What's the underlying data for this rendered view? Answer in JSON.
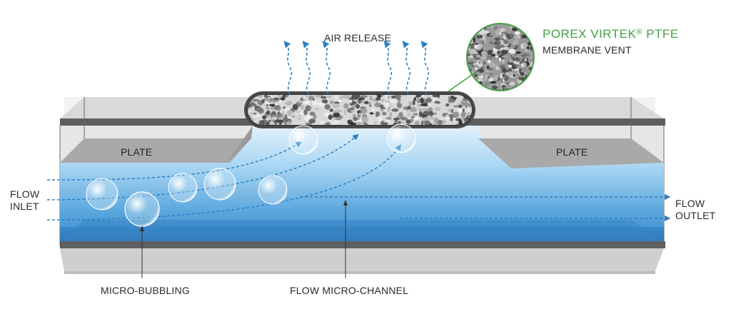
{
  "labels": {
    "air_release": "AIR RELEASE",
    "brand_name": "POREX VIRTEK",
    "brand_mark": "®",
    "brand_suffix": "PTFE",
    "membrane": "MEMBRANE VENT",
    "plate_left": "PLATE",
    "plate_right": "PLATE",
    "flow_inlet_1": "FLOW",
    "flow_inlet_2": "INLET",
    "flow_outlet_1": "FLOW",
    "flow_outlet_2": "OUTLET",
    "micro_bubbling": "MICRO-BUBBLING",
    "flow_micro_channel": "FLOW MICRO-CHANNEL"
  },
  "colors": {
    "arrow": "#2b7fc2",
    "brand_green": "#46a046",
    "water_light": "#dceefa",
    "water_dark": "#3f8fcf",
    "frame": "#5f5f5f",
    "plate": "#a9a9a9"
  }
}
